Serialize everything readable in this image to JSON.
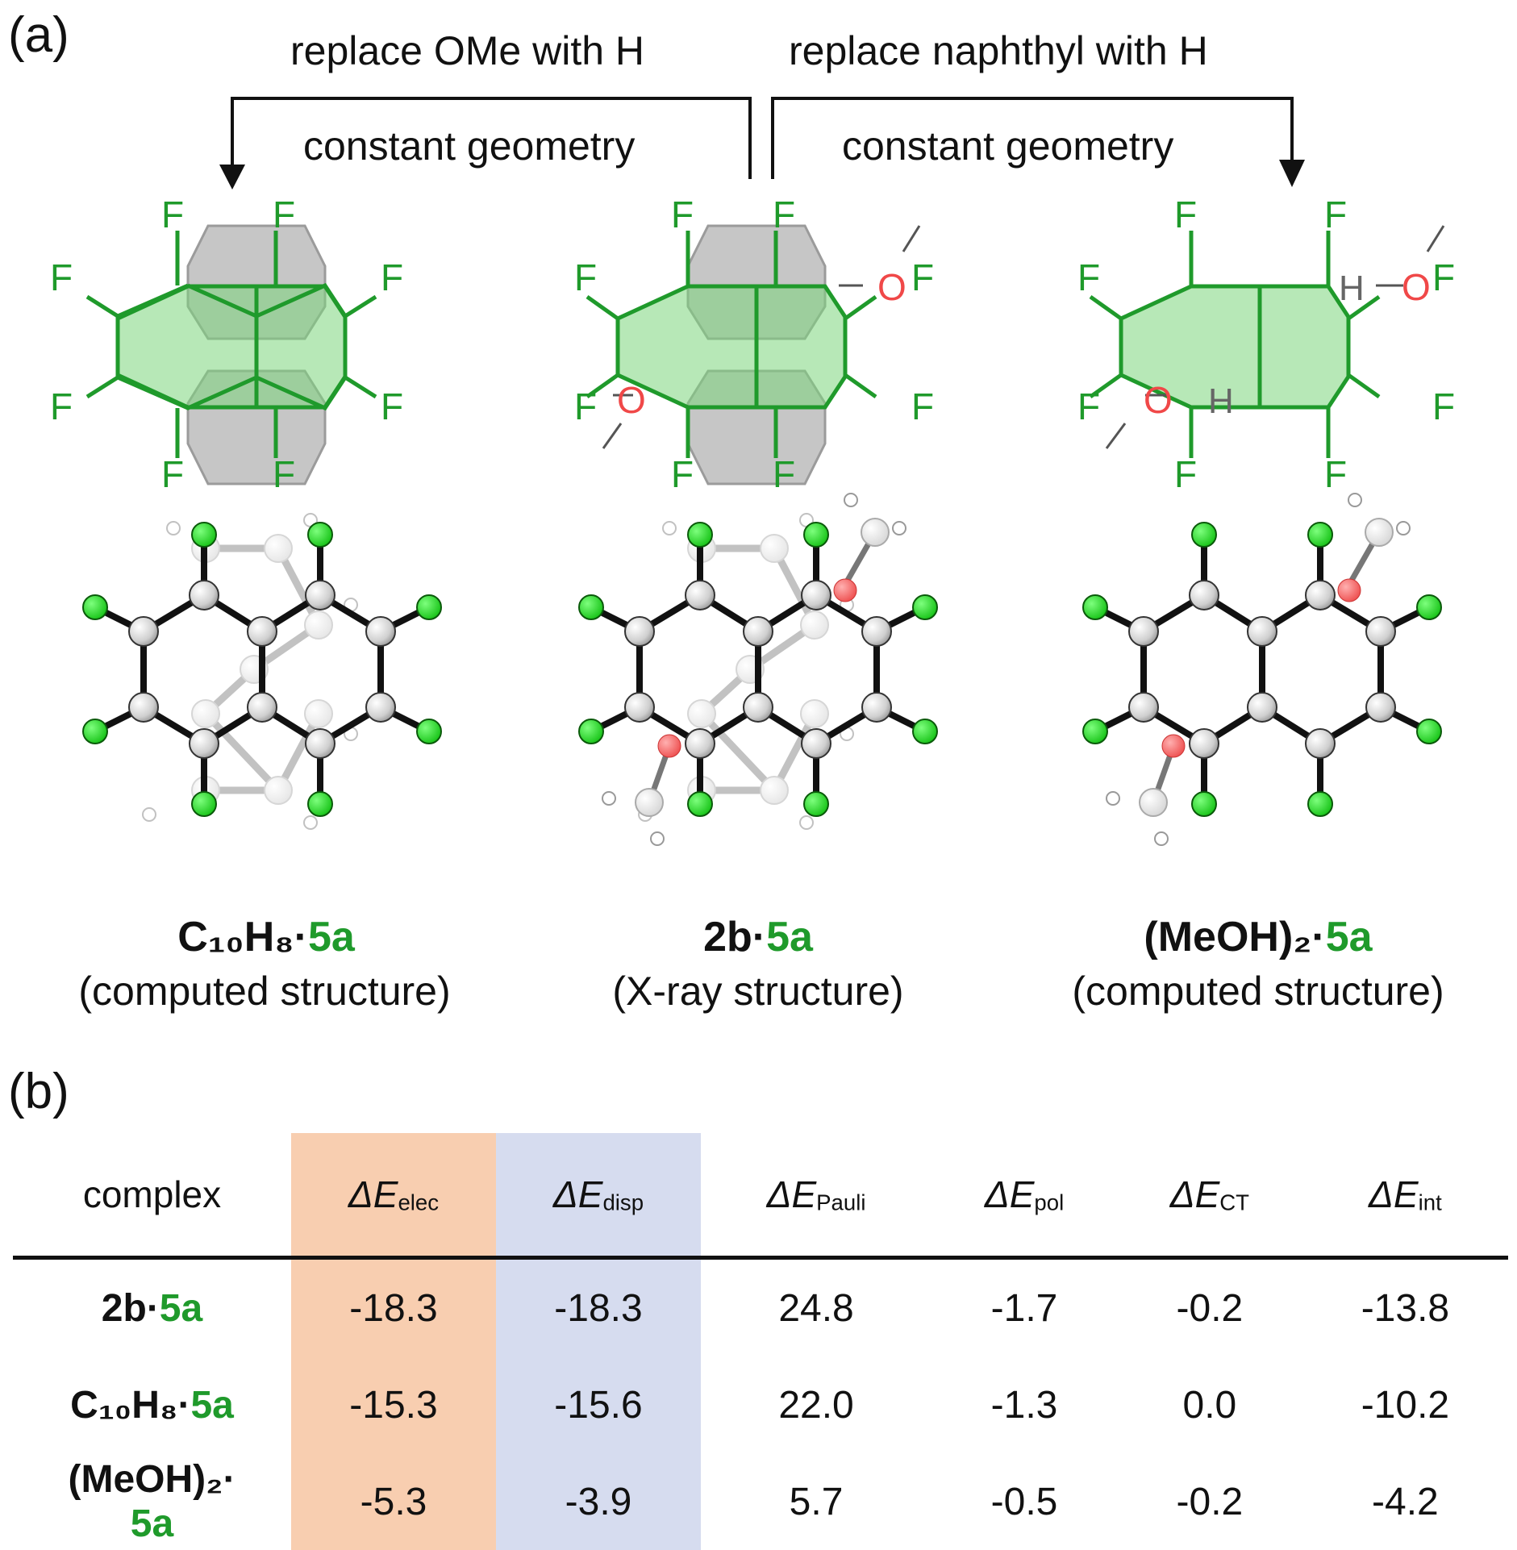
{
  "panel_a": {
    "label": "(a)",
    "arrow_left": {
      "top": "replace OMe with H",
      "bottom": "constant geometry"
    },
    "arrow_right": {
      "top": "replace naphthyl with H",
      "bottom": "constant geometry"
    },
    "atom_labels": {
      "F": "F",
      "O": "O",
      "H": "H"
    },
    "structures": [
      {
        "name_black": "C₁₀H₈·",
        "name_green": "5a",
        "caption": "(computed structure)"
      },
      {
        "name_black": "2b·",
        "name_green": "5a",
        "caption": "(X-ray structure)"
      },
      {
        "name_black": "(MeOH)₂·",
        "name_green": "5a",
        "caption": "(computed structure)"
      }
    ]
  },
  "panel_b": {
    "label": "(b)",
    "headers": [
      {
        "text": "complex"
      },
      {
        "symbol": "ΔE",
        "subscript": "elec"
      },
      {
        "symbol": "ΔE",
        "subscript": "disp"
      },
      {
        "symbol": "ΔE",
        "subscript": "Pauli"
      },
      {
        "symbol": "ΔE",
        "subscript": "pol"
      },
      {
        "symbol": "ΔE",
        "subscript": "CT"
      },
      {
        "symbol": "ΔE",
        "subscript": "int"
      }
    ],
    "rows": [
      {
        "complex_black": "2b·",
        "complex_green": "5a",
        "values": [
          "-18.3",
          "-18.3",
          "24.8",
          "-1.7",
          "-0.2",
          "-13.8"
        ]
      },
      {
        "complex_black": "C₁₀H₈·",
        "complex_green": "5a",
        "values": [
          "-15.3",
          "-15.6",
          "22.0",
          "-1.3",
          "0.0",
          "-10.2"
        ]
      },
      {
        "complex_black": "(MeOH)₂·",
        "complex_green": "5a",
        "values": [
          "-5.3",
          "-3.9",
          "5.7",
          "-0.5",
          "-0.2",
          "-4.2"
        ]
      }
    ],
    "colors": {
      "elec_column": "#f8ceb0",
      "disp_column": "#d6dcef"
    }
  },
  "colors": {
    "fluorine_green": "#1f9a2b",
    "oxygen_red": "#f04848",
    "ball_F": "#22dd22",
    "ball_O": "#f06a6a"
  }
}
